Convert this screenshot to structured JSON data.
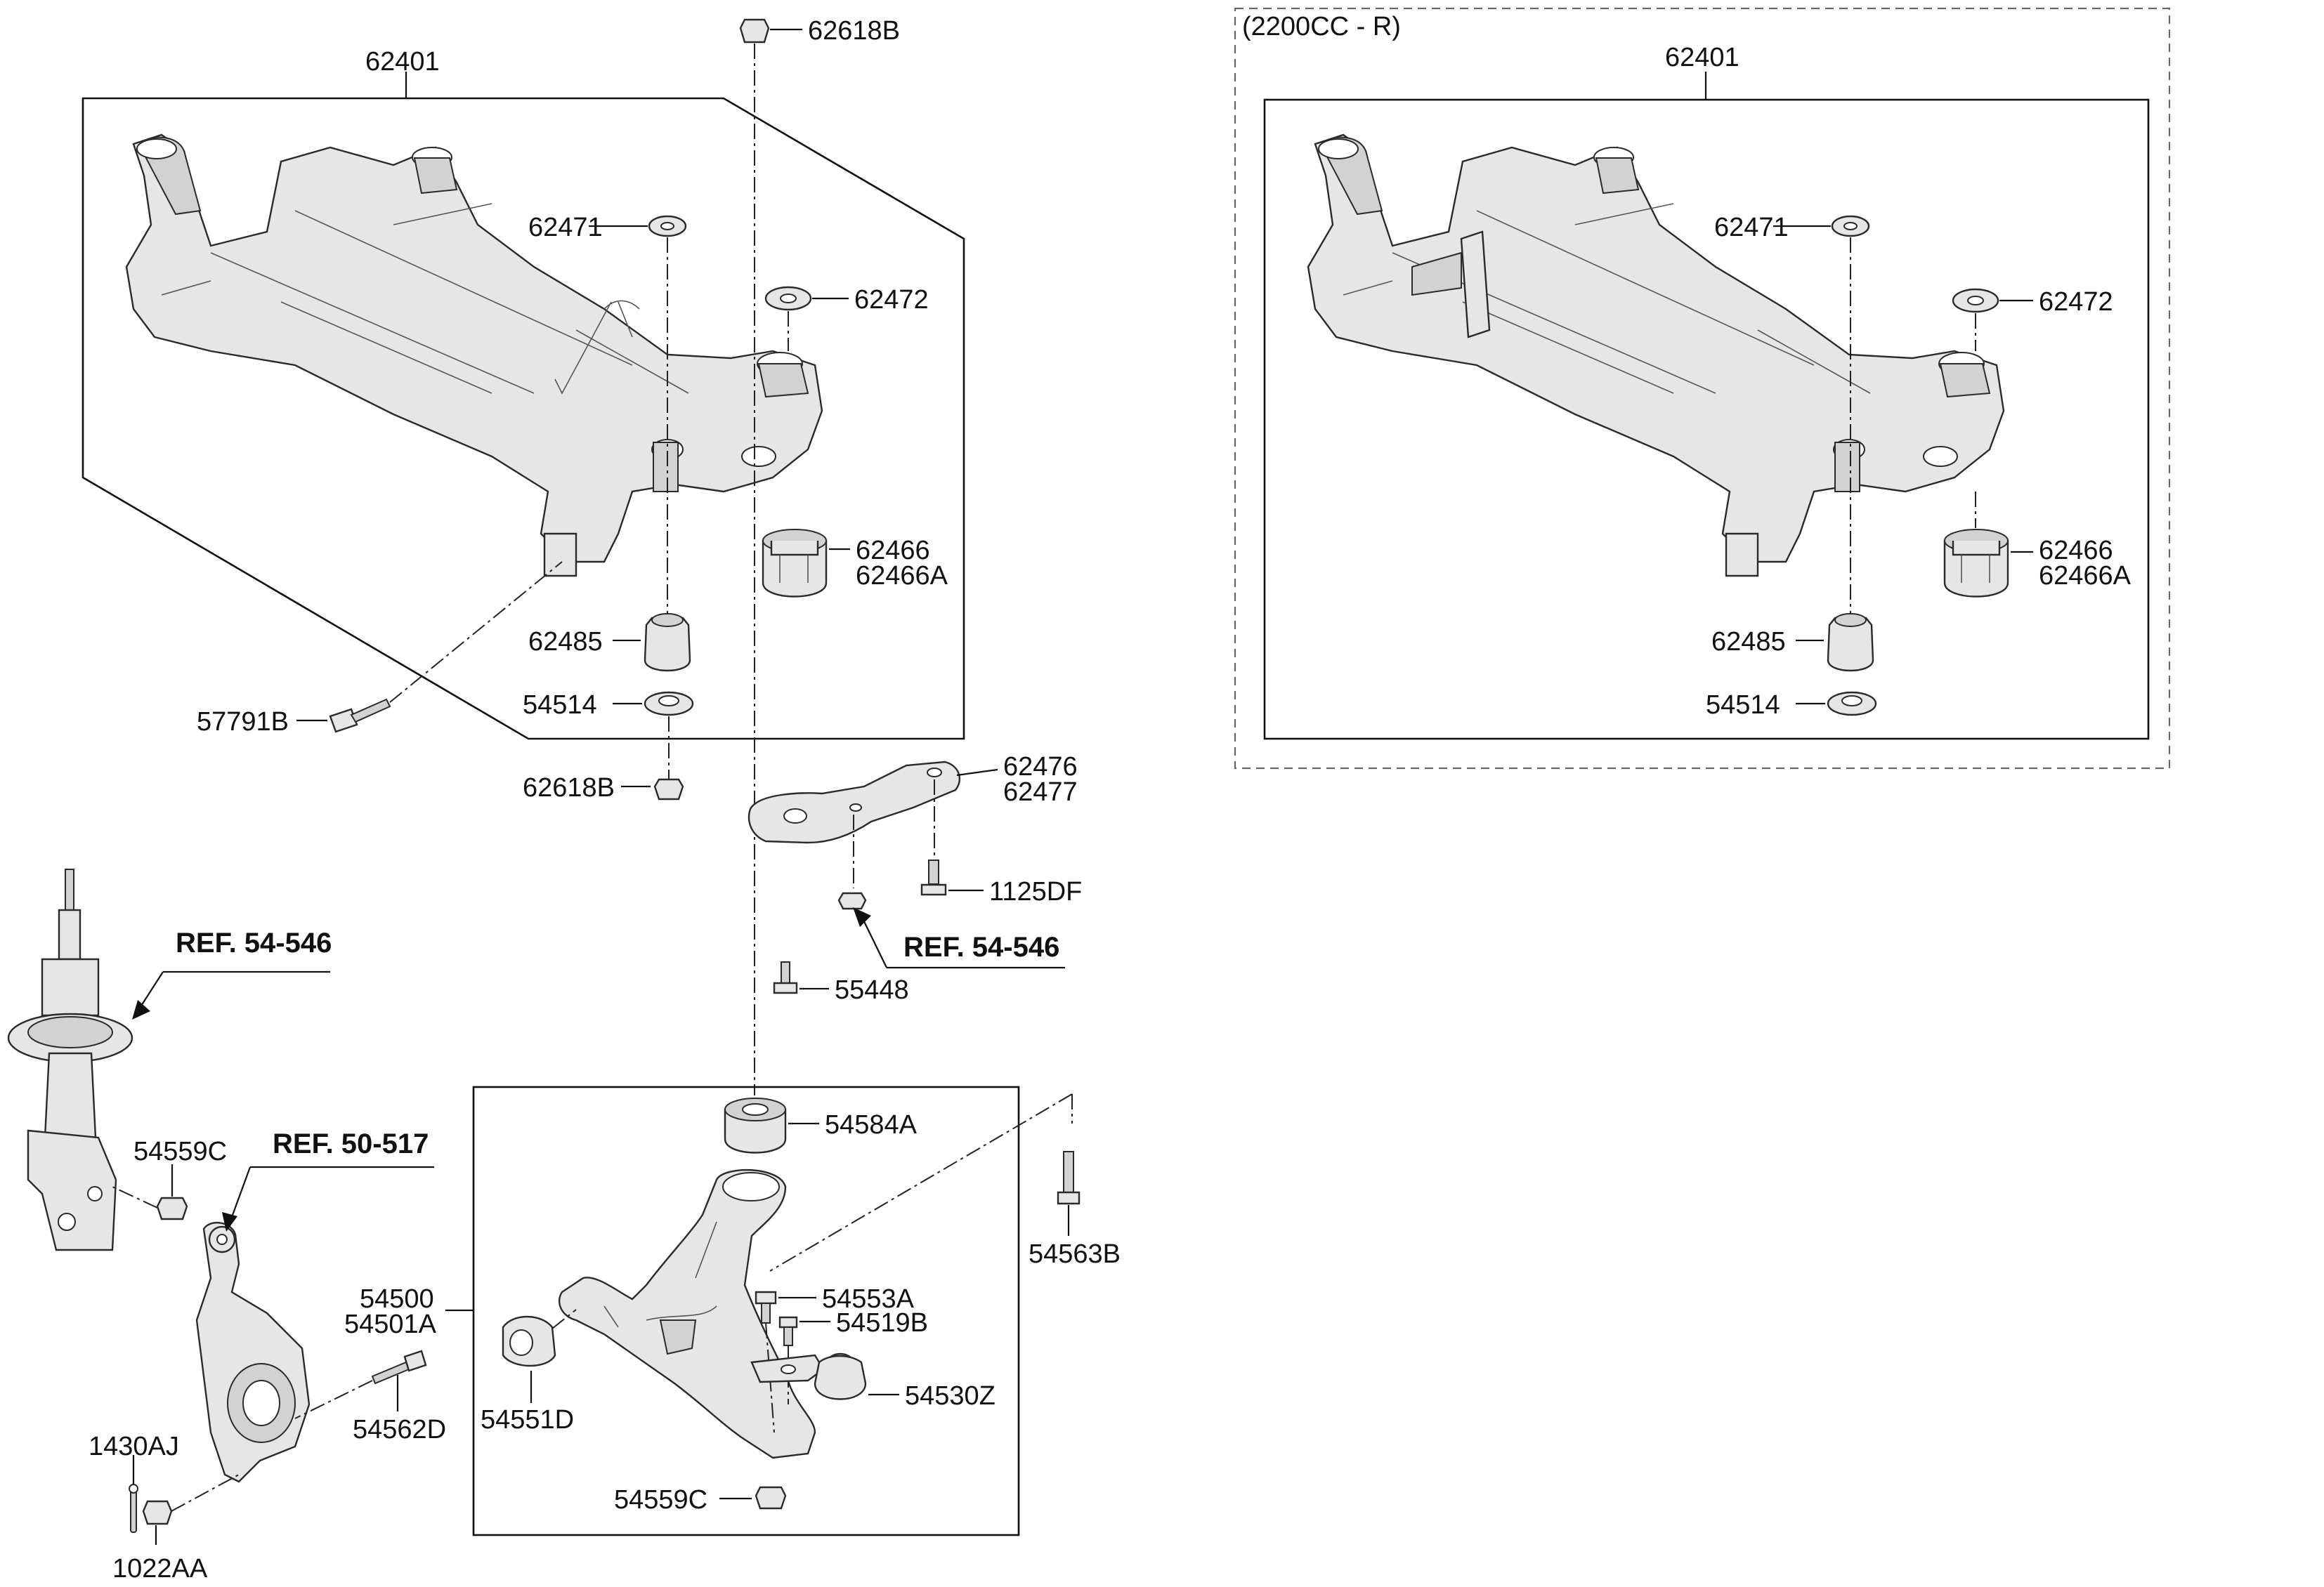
{
  "section_note": "(2200CC - R)",
  "refs": {
    "strut": "REF. 54-546",
    "bracket": "REF. 54-546",
    "knuckle": "REF. 50-517"
  },
  "labels": {
    "l_62618B_top": "62618B",
    "l_62401_left": "62401",
    "l_62471_left": "62471",
    "l_62472_left": "62472",
    "l_62466_left": "62466",
    "l_62466A_left": "62466A",
    "l_62485_left": "62485",
    "l_54514_left": "54514",
    "l_57791B": "57791B",
    "l_62618B_bot": "62618B",
    "l_62476": "62476",
    "l_62477": "62477",
    "l_1125DF": "1125DF",
    "l_55448": "55448",
    "l_54584A": "54584A",
    "l_54563B": "54563B",
    "l_54559C_top": "54559C",
    "l_54500": "54500",
    "l_54501A": "54501A",
    "l_54553A": "54553A",
    "l_54519B": "54519B",
    "l_54530Z": "54530Z",
    "l_54551D": "54551D",
    "l_54562D": "54562D",
    "l_1430AJ": "1430AJ",
    "l_1022AA": "1022AA",
    "l_54559C_bot": "54559C",
    "l_62401_right": "62401",
    "l_62471_right": "62471",
    "l_62472_right": "62472",
    "l_62466_right": "62466",
    "l_62466A_right": "62466A",
    "l_62485_right": "62485",
    "l_54514_right": "54514"
  }
}
